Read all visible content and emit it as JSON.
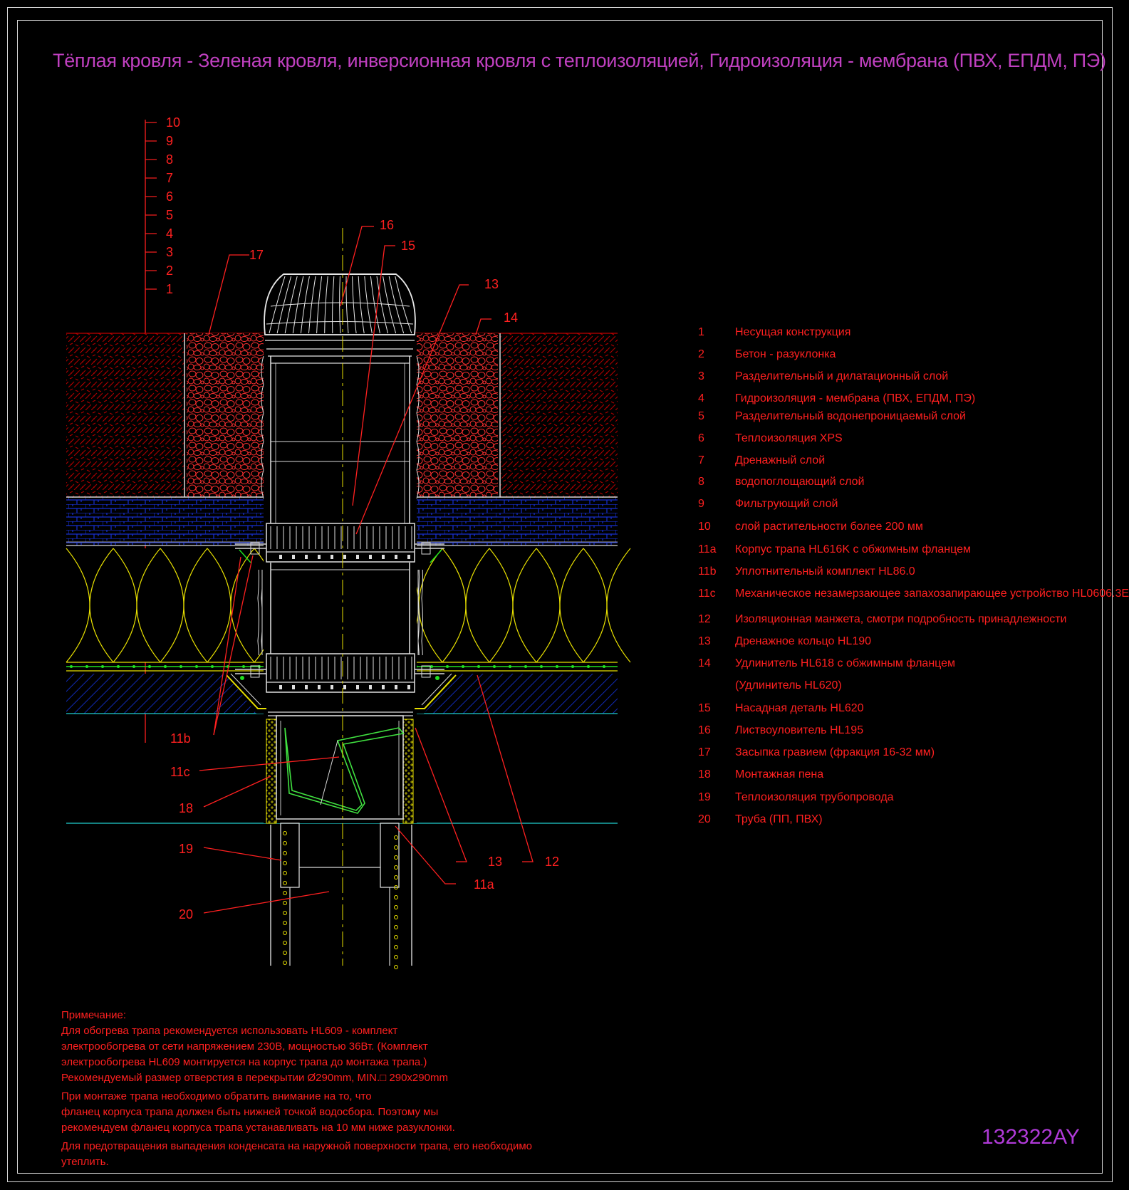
{
  "title": "Тёплая кровля - Зеленая кровля, инверсионная кровля с теплоизоляцией, Гидроизоляция - мембрана (ПВХ, ЕПДМ, ПЭ)",
  "drawing_code": "132322AY",
  "scale_labels": [
    "10",
    "9",
    "8",
    "7",
    "6",
    "5",
    "4",
    "3",
    "2",
    "1"
  ],
  "callouts": {
    "c16": "16",
    "c15": "15",
    "c17": "17",
    "c13a": "13",
    "c14": "14",
    "c11b": "11b",
    "c11c": "11c",
    "c18": "18",
    "c19": "19",
    "c20": "20",
    "c13b": "13",
    "c12": "12",
    "c11a": "11a"
  },
  "legend": [
    {
      "num": "1",
      "text": "Несущая конструкция"
    },
    {
      "num": "2",
      "text": "Бетон - разуклонка"
    },
    {
      "num": "3",
      "text": "Разделительный и дилатационный слой"
    },
    {
      "num": "4",
      "text": "Гидроизоляция - мембрана (ПВХ, ЕПДМ, ПЭ)"
    },
    {
      "num": "5",
      "text": "Разделительный водонепроницаемый слой"
    },
    {
      "num": "6",
      "text": "Теплоизоляция XPS"
    },
    {
      "num": "7",
      "text": "Дренажный слой"
    },
    {
      "num": "8",
      "text": "водопоглощающий слой"
    },
    {
      "num": "9",
      "text": "Фильтрующий слой"
    },
    {
      "num": "10",
      "text": "слой растительности более 200 мм"
    },
    {
      "num": "11a",
      "text": "Корпус трапа HL616K с обжимным фланцем"
    },
    {
      "num": "11b",
      "text": "Уплотнительный комплект HL86.0"
    },
    {
      "num": "11c",
      "text": "Механическое незамерзающее запахозапирающее устройство HL0606.3E"
    },
    {
      "num": "12",
      "text": "Изоляционная  манжета, смотри подробность принадлежности"
    },
    {
      "num": "13",
      "text": "Дренажное кольцо HL190"
    },
    {
      "num": "14",
      "text": "Удлинитель HL618 с обжимным фланцем"
    },
    {
      "num": "",
      "text": "(Удлинитель HL620)"
    },
    {
      "num": "15",
      "text": "Насадная деталь HL620"
    },
    {
      "num": "16",
      "text": "Листвоуловитель HL195"
    },
    {
      "num": "17",
      "text": "Засыпка гравием (фракция 16-32 мм)"
    },
    {
      "num": "18",
      "text": "Монтажная пена"
    },
    {
      "num": "19",
      "text": "Теплоизоляция трубопровода"
    },
    {
      "num": "20",
      "text": "Труба (ПП, ПВХ)"
    }
  ],
  "notes": {
    "heading": "Примечание:",
    "lines": [
      "Для обогрева трапа рекомендуется использовать HL609 - комплект",
      "электрообогрева от сети напряжением 230В, мощностью 36Вт. (Комплект",
      "электрообогрева HL609 монтируется на корпус трапа до монтажа трапа.)",
      "Рекомендуемый размер отверстия в перекрытии Ø290mm, MIN.□ 290x290mm"
    ],
    "lines2": [
      "При монтаже трапа необходимо обратить внимание на то, что",
      "фланец корпуса трапа должен быть нижней точкой водосбора. Поэтому мы",
      "рекомендуем фланец корпуса трапа устанавливать на 10 мм ниже разуклонки."
    ],
    "last": "Для предотвращения выпадения конденсата на наружной поверхности трапа, его необходимо утеплить."
  },
  "colors": {
    "title": "#c040c0",
    "text_red": "#ff2020",
    "frame": "#d8d8d8",
    "soil": "#b00000",
    "gravel": "#ff3030",
    "drainage_blue": "#1020c0",
    "insulation_yellow": "#e8e000",
    "membrane_green": "#20e020",
    "cyan_line": "#20d0d0",
    "centerline": "#e8e000"
  }
}
